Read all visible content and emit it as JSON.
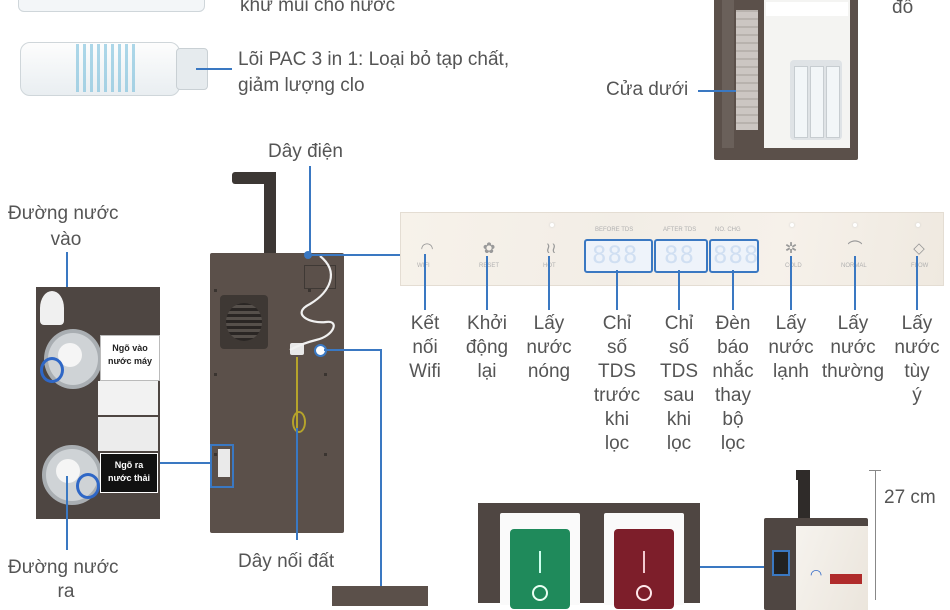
{
  "filters": {
    "top_text": "khử mùi cho nước",
    "pac_text_line1": "Lõi PAC 3 in 1: Loại bỏ tạp chất,",
    "pac_text_line2": "giảm lượng clo"
  },
  "cabinet": {
    "door_label": "Cửa dưới",
    "corner_text": "đồ"
  },
  "back": {
    "power_cord": "Dây điện",
    "ground_wire": "Dây nối đất",
    "water_in_line1": "Đường nước",
    "water_in_line2": "vào",
    "water_out_line1": "Đường nước",
    "water_out_line2": "ra",
    "inlet_tag_line1": "Ngõ vào",
    "inlet_tag_line2": "nước máy",
    "outlet_tag_line1": "Ngõ ra",
    "outlet_tag_line2": "nước thải"
  },
  "panel": {
    "icons": [
      "wifi-icon",
      "reset-icon",
      "hot-water-icon",
      "cold-water-icon",
      "normal-water-icon",
      "flow-water-icon"
    ],
    "icon_labels": [
      "WIFI",
      "RESET",
      "HOT",
      "COLD",
      "NORMAL",
      "FLOW"
    ],
    "display_tds_before": "888",
    "display_tds_after": "88",
    "display_filter": "888",
    "display_head_1": "BEFORE TDS",
    "display_head_2": "AFTER TDS",
    "display_head_3": "NO. CHG"
  },
  "features": [
    {
      "lines": [
        "Kết",
        "nối",
        "Wifi"
      ]
    },
    {
      "lines": [
        "Khởi",
        "động",
        "lại"
      ]
    },
    {
      "lines": [
        "Lấy",
        "nước",
        "nóng"
      ]
    },
    {
      "lines": [
        "Chỉ",
        "số",
        "TDS",
        "trước",
        "khi",
        "lọc"
      ]
    },
    {
      "lines": [
        "Chỉ",
        "số",
        "TDS",
        "sau",
        "khi",
        "lọc"
      ]
    },
    {
      "lines": [
        "Đèn",
        "báo",
        "nhắc",
        "thay",
        "bộ",
        "lọc"
      ]
    },
    {
      "lines": [
        "Lấy",
        "nước",
        "lạnh"
      ]
    },
    {
      "lines": [
        "Lấy",
        "nước",
        "thường"
      ]
    },
    {
      "lines": [
        "Lấy",
        "nước",
        "tùy",
        "ý"
      ]
    }
  ],
  "dimension": {
    "height_label": "27 cm"
  },
  "colors": {
    "accent_line": "#3a78c2",
    "body_brown": "#5b504a",
    "switch_green": "#1f8a5b",
    "switch_red": "#7d1e2a"
  }
}
